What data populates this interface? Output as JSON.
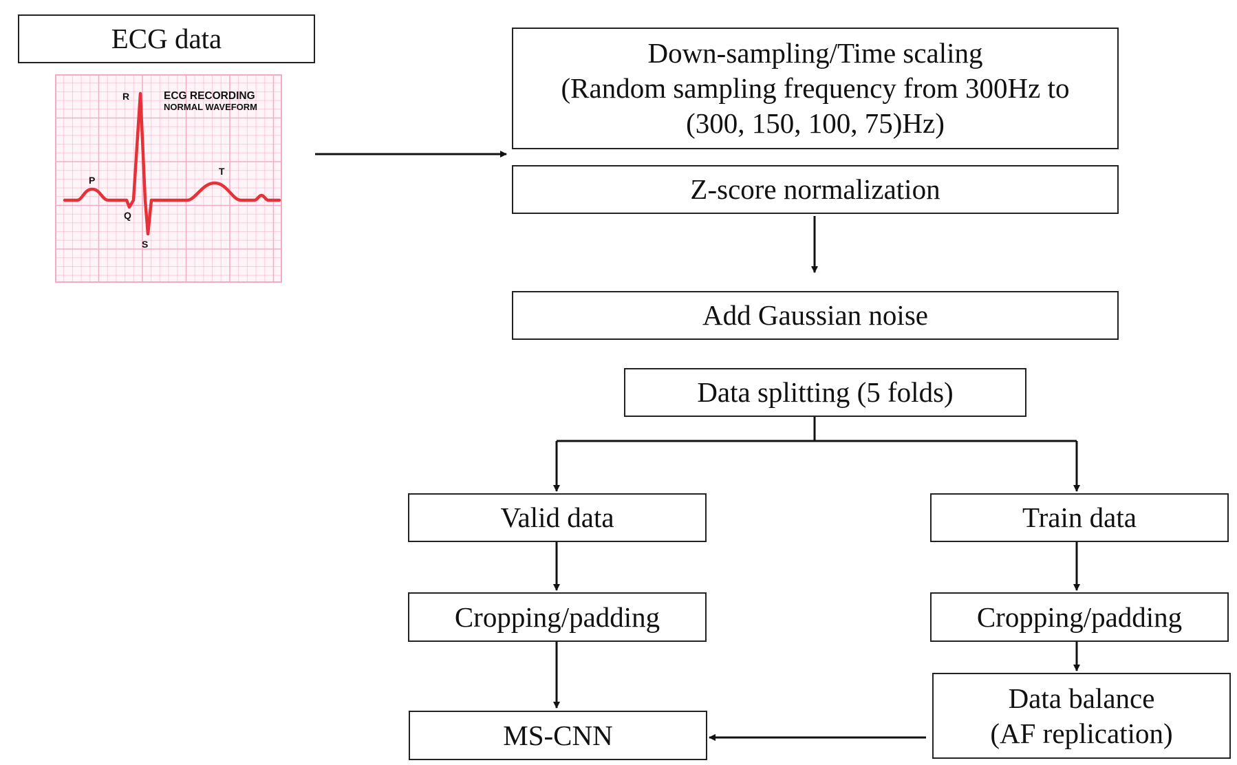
{
  "input": {
    "title": "ECG data",
    "figure": {
      "heading_line1": "ECG RECORDING",
      "heading_line2": "NORMAL WAVEFORM",
      "wave_labels": {
        "p": "P",
        "q": "Q",
        "r": "R",
        "s": "S",
        "t": "T"
      },
      "grid_color": "#f4a9c4",
      "trace_color": "#e53238"
    }
  },
  "steps": {
    "downsampling": {
      "line1": "Down-sampling/Time scaling",
      "line2": "(Random sampling frequency from 300Hz to",
      "line3": "(300, 150, 100, 75)Hz)"
    },
    "zscore": "Z-score normalization",
    "noise": "Add Gaussian noise",
    "splitting": "Data splitting (5 folds)"
  },
  "valid_branch": {
    "data": "Valid data",
    "crop": "Cropping/padding"
  },
  "train_branch": {
    "data": "Train data",
    "crop": "Cropping/padding",
    "balance_line1": "Data balance",
    "balance_line2": "(AF replication)"
  },
  "model": "MS-CNN"
}
